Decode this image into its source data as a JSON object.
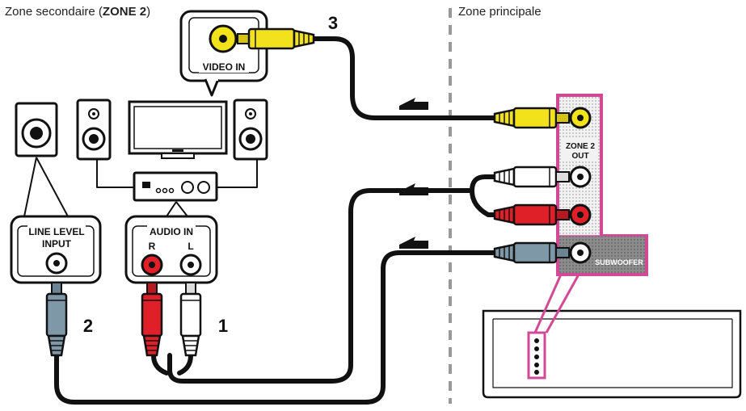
{
  "zones": {
    "secondary_prefix": "Zone secondaire (",
    "secondary_bold": "ZONE 2",
    "secondary_suffix": ")",
    "main": "Zone principale"
  },
  "labels": {
    "video_in": "VIDEO IN",
    "line_level_1": "LINE LEVEL",
    "line_level_2": "INPUT",
    "audio_in": "AUDIO IN",
    "r": "R",
    "l": "L",
    "zone2_out_1": "ZONE 2",
    "zone2_out_2": "OUT",
    "subwoofer": "SUBWOOFER"
  },
  "steps": {
    "one": "1",
    "two": "2",
    "three": "3"
  },
  "colors": {
    "video": "#f2e21c",
    "audio_r": "#e02028",
    "audio_l": "#ffffff",
    "subwoofer": "#7f98a8",
    "panel_border": "#d24a95",
    "cable": "#111111"
  }
}
